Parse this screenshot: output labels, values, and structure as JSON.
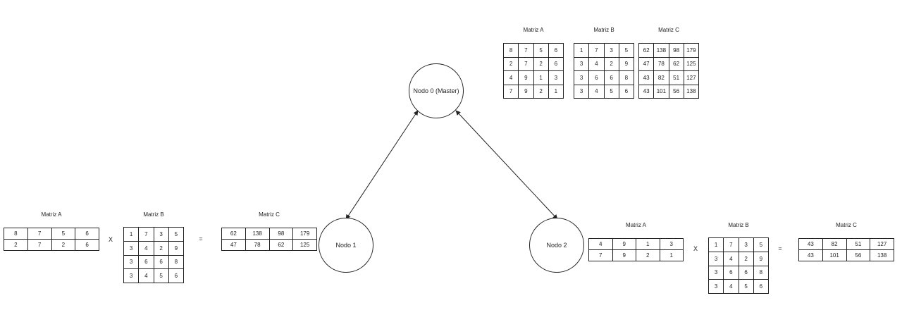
{
  "nodes": {
    "master": "Nodo 0 (Master)",
    "node1": "Nodo 1",
    "node2": "Nodo 2"
  },
  "master": {
    "matA": {
      "title": "Matriz A",
      "rows": [
        [
          "8",
          "7",
          "5",
          "6"
        ],
        [
          "2",
          "7",
          "2",
          "6"
        ],
        [
          "4",
          "9",
          "1",
          "3"
        ],
        [
          "7",
          "9",
          "2",
          "1"
        ]
      ]
    },
    "matB": {
      "title": "Matriz B",
      "rows": [
        [
          "1",
          "7",
          "3",
          "5"
        ],
        [
          "3",
          "4",
          "2",
          "9"
        ],
        [
          "3",
          "6",
          "6",
          "8"
        ],
        [
          "3",
          "4",
          "5",
          "6"
        ]
      ]
    },
    "matC": {
      "title": "Matriz C",
      "rows": [
        [
          "62",
          "138",
          "98",
          "179"
        ],
        [
          "47",
          "78",
          "62",
          "125"
        ],
        [
          "43",
          "82",
          "51",
          "127"
        ],
        [
          "43",
          "101",
          "56",
          "138"
        ]
      ]
    }
  },
  "node1_calc": {
    "matA": {
      "title": "Matriz A",
      "rows": [
        [
          "8",
          "7",
          "5",
          "6"
        ],
        [
          "2",
          "7",
          "2",
          "6"
        ]
      ]
    },
    "times": "X",
    "matB": {
      "title": "Matriz B",
      "rows": [
        [
          "1",
          "7",
          "3",
          "5"
        ],
        [
          "3",
          "4",
          "2",
          "9"
        ],
        [
          "3",
          "6",
          "6",
          "8"
        ],
        [
          "3",
          "4",
          "5",
          "6"
        ]
      ]
    },
    "equals": "=",
    "matC": {
      "title": "Matriz C",
      "rows": [
        [
          "62",
          "138",
          "98",
          "179"
        ],
        [
          "47",
          "78",
          "62",
          "125"
        ]
      ]
    }
  },
  "node2_calc": {
    "matA": {
      "title": "Matriz A",
      "rows": [
        [
          "4",
          "9",
          "1",
          "3"
        ],
        [
          "7",
          "9",
          "2",
          "1"
        ]
      ]
    },
    "times": "X",
    "matB": {
      "title": "Matriz B",
      "rows": [
        [
          "1",
          "7",
          "3",
          "5"
        ],
        [
          "3",
          "4",
          "2",
          "9"
        ],
        [
          "3",
          "6",
          "6",
          "8"
        ],
        [
          "3",
          "4",
          "5",
          "6"
        ]
      ]
    },
    "equals": "=",
    "matC": {
      "title": "Matriz C",
      "rows": [
        [
          "43",
          "82",
          "51",
          "127"
        ],
        [
          "43",
          "101",
          "56",
          "138"
        ]
      ]
    }
  }
}
